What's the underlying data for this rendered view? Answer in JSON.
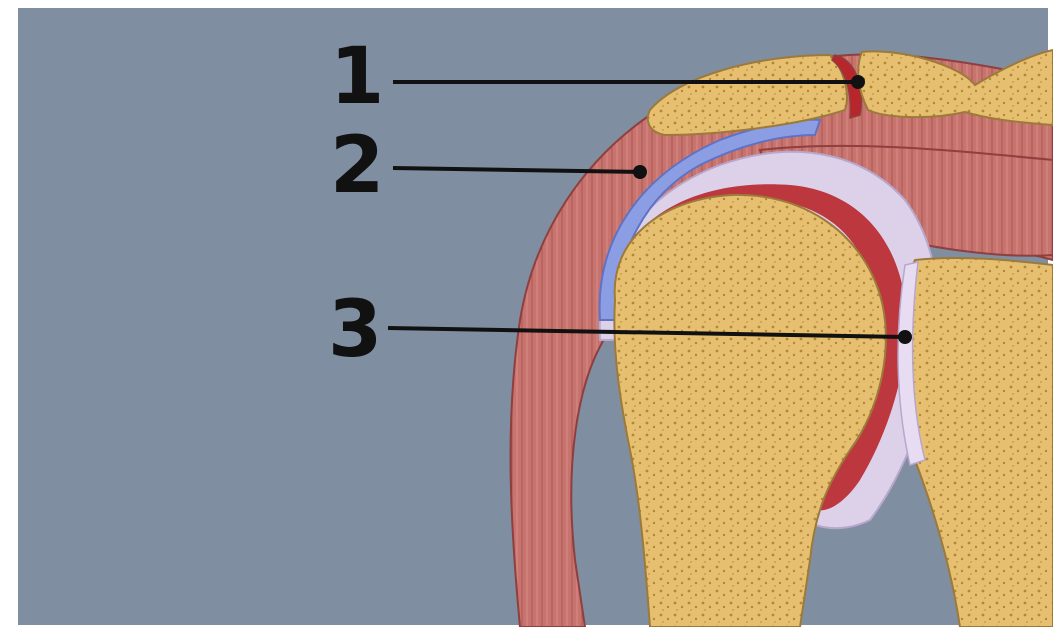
{
  "diagram": {
    "callouts": [
      {
        "number": "1"
      },
      {
        "number": "2"
      },
      {
        "number": "3"
      }
    ]
  },
  "colors": {
    "background": "#7f8ea1",
    "bone": "#e8c372",
    "bone_outline": "#9c7a3a",
    "bone_pores": "#b8893a",
    "muscle": "#c97570",
    "muscle_dark": "#8e3f3e",
    "cartilage": "#ddd1ea",
    "bursa": "#8c9ee3",
    "capsule_red": "#b8262b",
    "leader_line": "#111111"
  }
}
